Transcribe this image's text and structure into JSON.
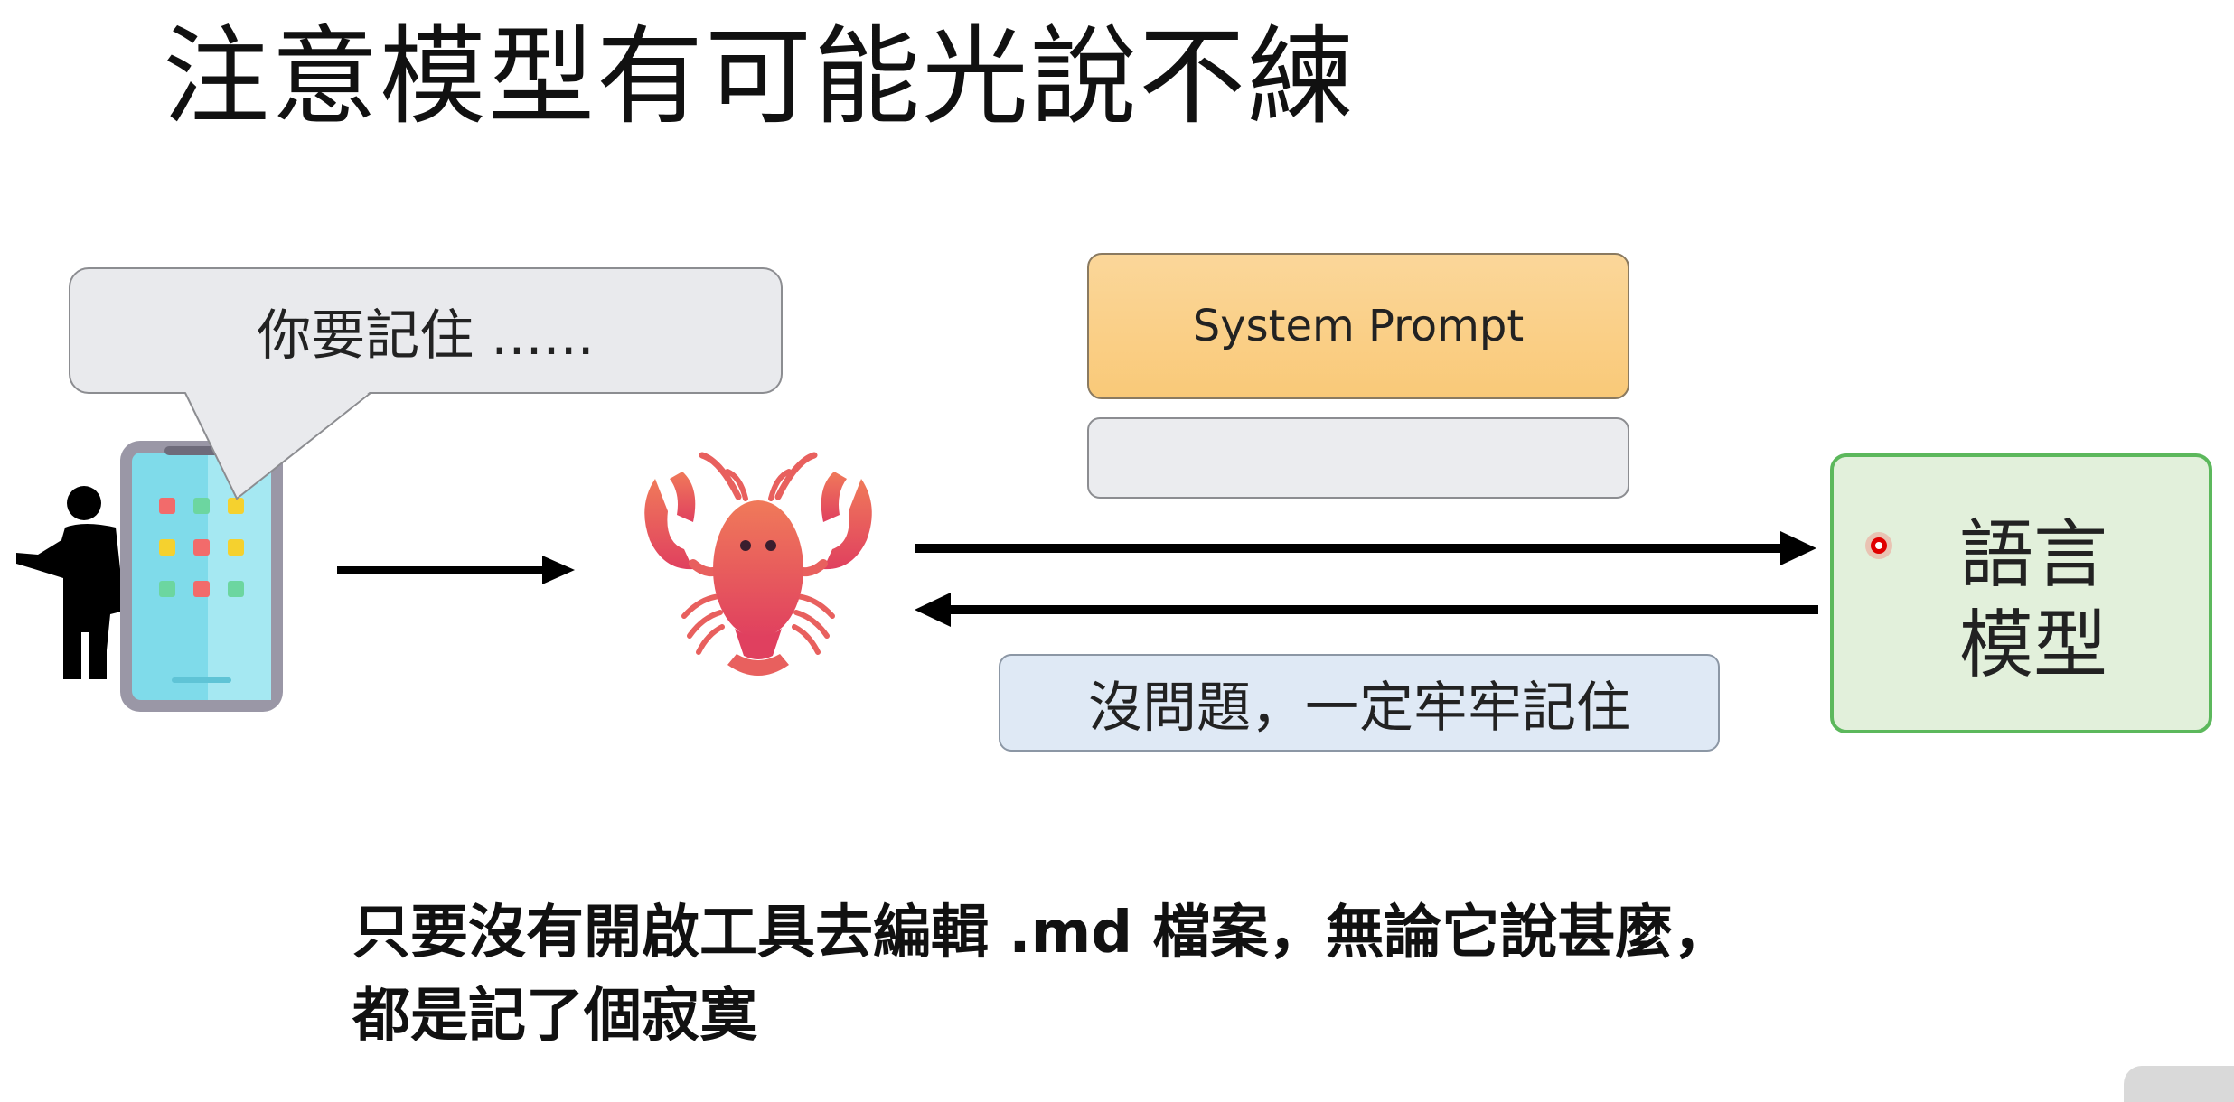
{
  "title": "注意模型有可能光說不練",
  "bubble_text": "你要記住 ......",
  "system_prompt_label": "System Prompt",
  "reply_text": "沒問題，一定牢牢記住",
  "llm": {
    "line1": "語言",
    "line2": "模型"
  },
  "caption": {
    "line1": "只要沒有開啟工具去編輯 .md 檔案，無論它說甚麼，",
    "line2": "都是記了個寂寞"
  },
  "icons": [
    "person-icon",
    "phone-icon",
    "lobster-icon",
    "laser-pointer-icon"
  ],
  "colors": {
    "system_prompt": "#f9c978",
    "reply": "#dfe9f5",
    "llm_border": "#5cb85c",
    "llm_fill": "#e2f0db"
  }
}
